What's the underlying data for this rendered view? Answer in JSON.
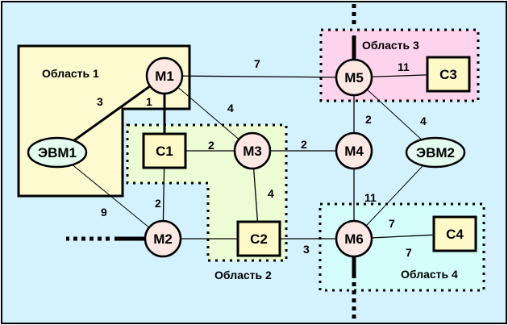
{
  "colors": {
    "background": "#d4f2fe",
    "area1": "#fefad0",
    "area2": "#ecfcd4",
    "area3": "#fdd4ec",
    "area4": "#d4fefa",
    "node_router": "#fde8e4",
    "node_server": "#fefac8",
    "node_computer": "#e4fcf0",
    "line": "#000000"
  },
  "areas": [
    {
      "id": "area1",
      "label": "Область 1"
    },
    {
      "id": "area2",
      "label": "Область 2"
    },
    {
      "id": "area3",
      "label": "Область 3"
    },
    {
      "id": "area4",
      "label": "Область 4"
    }
  ],
  "nodes": [
    {
      "id": "M1",
      "label": "M1",
      "type": "router"
    },
    {
      "id": "M2",
      "label": "M2",
      "type": "router"
    },
    {
      "id": "M3",
      "label": "M3",
      "type": "router"
    },
    {
      "id": "M4",
      "label": "M4",
      "type": "router"
    },
    {
      "id": "M5",
      "label": "M5",
      "type": "router"
    },
    {
      "id": "M6",
      "label": "M6",
      "type": "router"
    },
    {
      "id": "C1",
      "label": "C1",
      "type": "server"
    },
    {
      "id": "C2",
      "label": "C2",
      "type": "server"
    },
    {
      "id": "C3",
      "label": "C3",
      "type": "server"
    },
    {
      "id": "C4",
      "label": "C4",
      "type": "server"
    },
    {
      "id": "EVM1",
      "label": "ЭВМ1",
      "type": "computer"
    },
    {
      "id": "EVM2",
      "label": "ЭВМ2",
      "type": "computer"
    }
  ],
  "edges": [
    {
      "from": "M1",
      "to": "EVM1",
      "weight": "3"
    },
    {
      "from": "M1",
      "to": "C1",
      "weight": "1"
    },
    {
      "from": "M1",
      "to": "M5",
      "weight": "7"
    },
    {
      "from": "M1",
      "to": "M3",
      "weight": "4"
    },
    {
      "from": "C1",
      "to": "M3",
      "weight": "2"
    },
    {
      "from": "C1",
      "to": "M2",
      "weight": "2"
    },
    {
      "from": "EVM1",
      "to": "M2",
      "weight": "9"
    },
    {
      "from": "M3",
      "to": "M4",
      "weight": "2"
    },
    {
      "from": "M3",
      "to": "C2",
      "weight": "4"
    },
    {
      "from": "M2",
      "to": "C2",
      "weight": ""
    },
    {
      "from": "C2",
      "to": "M6",
      "weight": "3"
    },
    {
      "from": "M5",
      "to": "C3",
      "weight": "11"
    },
    {
      "from": "M5",
      "to": "M4",
      "weight": "2"
    },
    {
      "from": "M5",
      "to": "EVM2",
      "weight": "4"
    },
    {
      "from": "M4",
      "to": "M6",
      "weight": "11"
    },
    {
      "from": "EVM2",
      "to": "M6",
      "weight": "7"
    },
    {
      "from": "M6",
      "to": "C4",
      "weight": "7"
    }
  ],
  "external_links": [
    {
      "node": "M5",
      "direction": "up"
    },
    {
      "node": "M2",
      "direction": "left"
    },
    {
      "node": "M6",
      "direction": "down"
    }
  ]
}
